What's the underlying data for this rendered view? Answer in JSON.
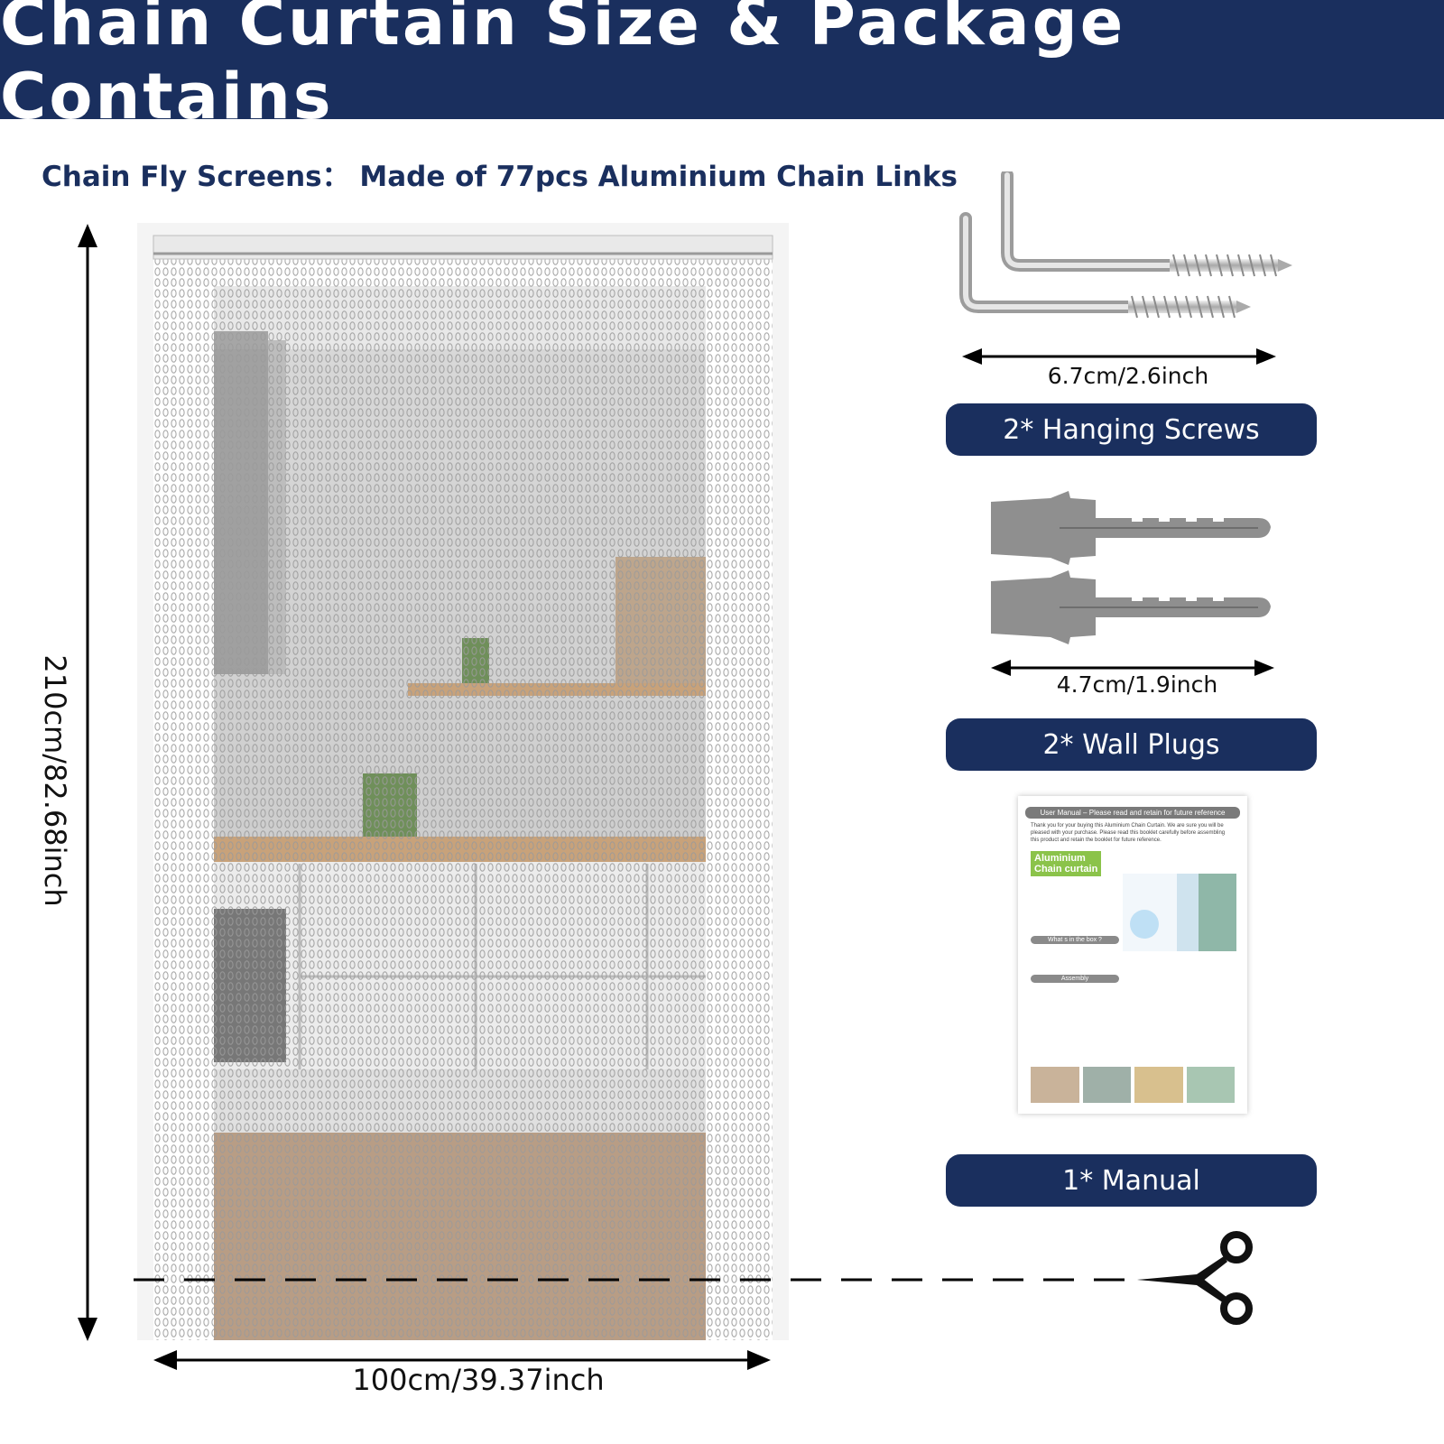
{
  "banner": {
    "title": "Chain Curtain Size & Package Contains"
  },
  "subtitle": "Chain Fly Screens： Made of 77pcs Aluminium Chain Links",
  "dimensions": {
    "height": "210cm/82.68inch",
    "width": "100cm/39.37inch"
  },
  "items": [
    {
      "label": "2* Hanging Screws",
      "size": "6.7cm/2.6inch",
      "icon": "hook-screw-icon"
    },
    {
      "label": "2* Wall Plugs",
      "size": "4.7cm/1.9inch",
      "icon": "wall-plug-icon"
    },
    {
      "label": "1* Manual",
      "icon": "manual-booklet"
    }
  ],
  "manual": {
    "header": "User Manual – Please read and retain for future reference",
    "intro": "Thank you for your buying this Aluminium Chain Curtain. We are sure you will be pleased with your purchase. Please read this booklet carefully before assembling this product and retain the booklet for future reference.",
    "badge_line1": "Aluminium",
    "badge_line2": "Chain curtain",
    "section_box": "What   s in the box ?",
    "section_assembly": "Assembly"
  },
  "colors": {
    "navy": "#1a2f5e",
    "white": "#ffffff"
  }
}
